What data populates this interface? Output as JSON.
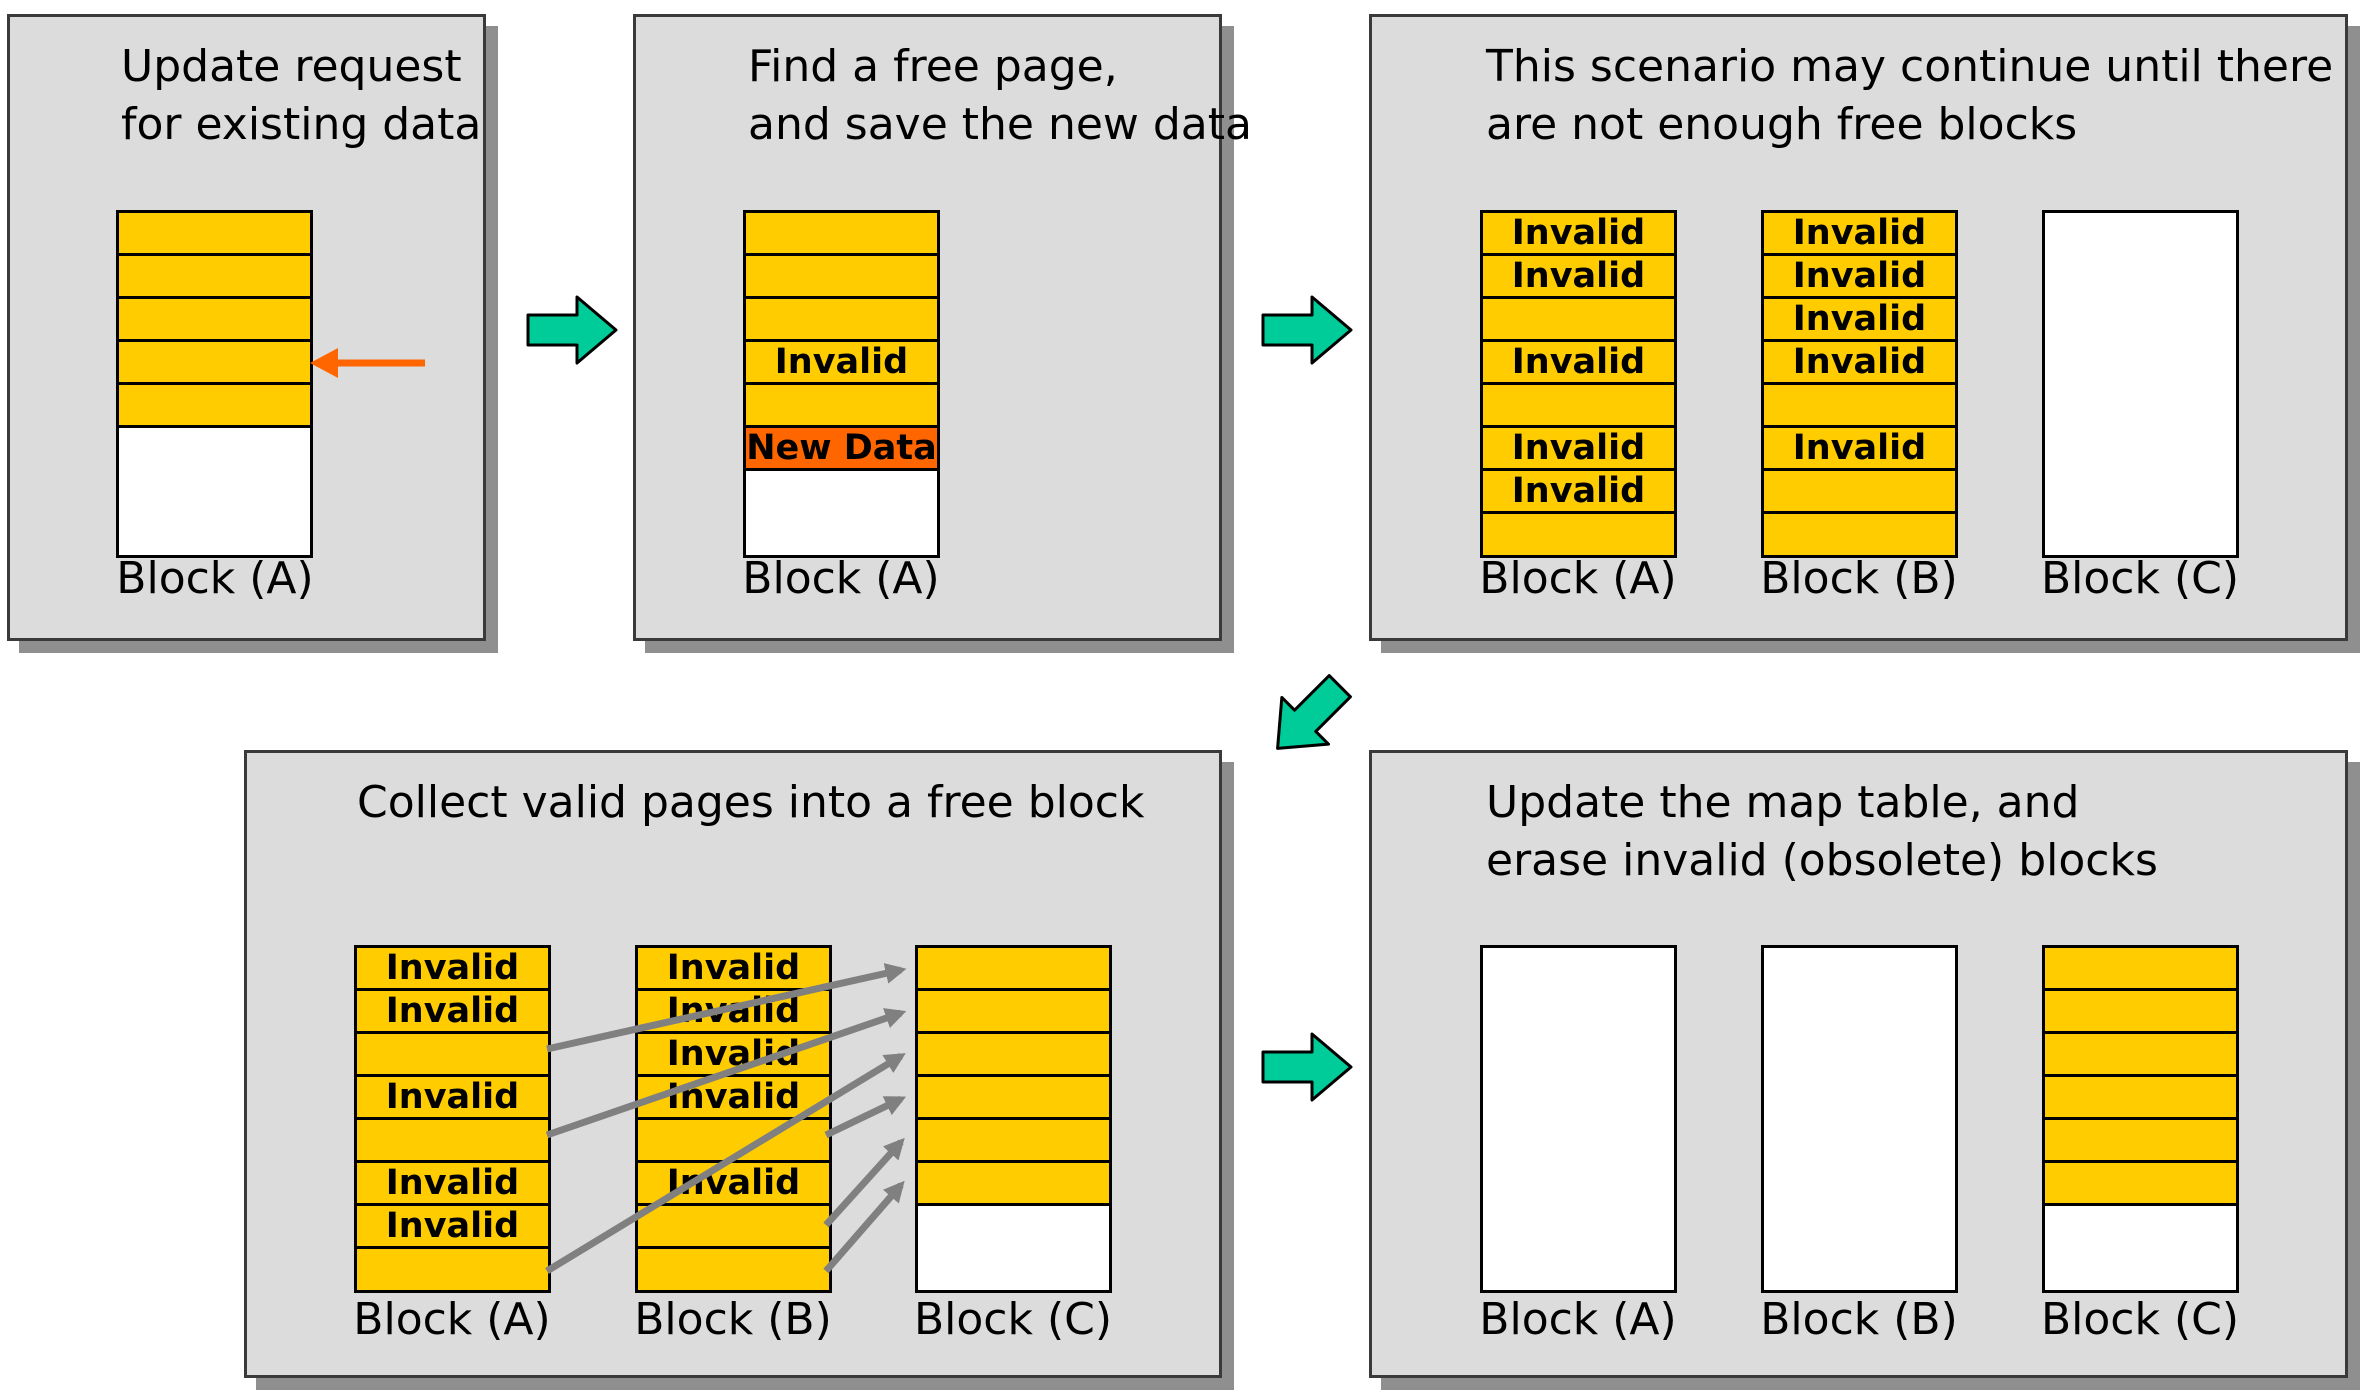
{
  "panels": [
    {
      "name": "panel-update-request",
      "caption": [
        "Update request",
        "for existing data"
      ],
      "blocks": [
        {
          "label": "Block (A)",
          "pages": [
            "",
            "",
            "",
            "",
            ""
          ]
        }
      ]
    },
    {
      "name": "panel-find-free-page",
      "caption": [
        "Find a free page,",
        "and save the new data"
      ],
      "blocks": [
        {
          "label": "Block (A)",
          "pages": [
            "",
            "",
            "",
            "Invalid",
            "",
            "New Data"
          ]
        }
      ]
    },
    {
      "name": "panel-scenario-continue",
      "caption": [
        "This scenario may continue until there",
        "are not enough free blocks"
      ],
      "blocks": [
        {
          "label": "Block (A)",
          "pages": [
            "Invalid",
            "Invalid",
            "",
            "Invalid",
            "",
            "Invalid",
            "Invalid",
            ""
          ]
        },
        {
          "label": "Block (B)",
          "pages": [
            "Invalid",
            "Invalid",
            "Invalid",
            "Invalid",
            "",
            "Invalid",
            "",
            ""
          ]
        },
        {
          "label": "Block (C)",
          "pages": []
        }
      ]
    },
    {
      "name": "panel-collect-valid-pages",
      "caption": [
        "Collect valid pages into a free block"
      ],
      "blocks": [
        {
          "label": "Block (A)",
          "pages": [
            "Invalid",
            "Invalid",
            "",
            "Invalid",
            "",
            "Invalid",
            "Invalid",
            ""
          ]
        },
        {
          "label": "Block (B)",
          "pages": [
            "Invalid",
            "Invalid",
            "Invalid",
            "Invalid",
            "",
            "Invalid",
            "",
            ""
          ]
        },
        {
          "label": "Block (C)",
          "pages": [
            "",
            "",
            "",
            "",
            "",
            ""
          ]
        }
      ]
    },
    {
      "name": "panel-update-map-table",
      "caption": [
        "Update the map table, and",
        "erase invalid (obsolete) blocks"
      ],
      "blocks": [
        {
          "label": "Block (A)",
          "pages": []
        },
        {
          "label": "Block (B)",
          "pages": []
        },
        {
          "label": "Block (C)",
          "pages": [
            "",
            "",
            "",
            "",
            "",
            ""
          ]
        }
      ]
    }
  ],
  "colors": {
    "panel_fill": "#dcdcdc",
    "page_fill": "#ffcc00",
    "new_data_fill": "#ff6600",
    "flow_arrow": "#00cc99",
    "update_arrow": "#ff6600",
    "move_arrow": "#808080"
  },
  "icons": {
    "flow": "teal-right-arrow-icon",
    "update_pointer": "orange-left-arrow-icon",
    "page_move": "gray-arrow-icon"
  }
}
